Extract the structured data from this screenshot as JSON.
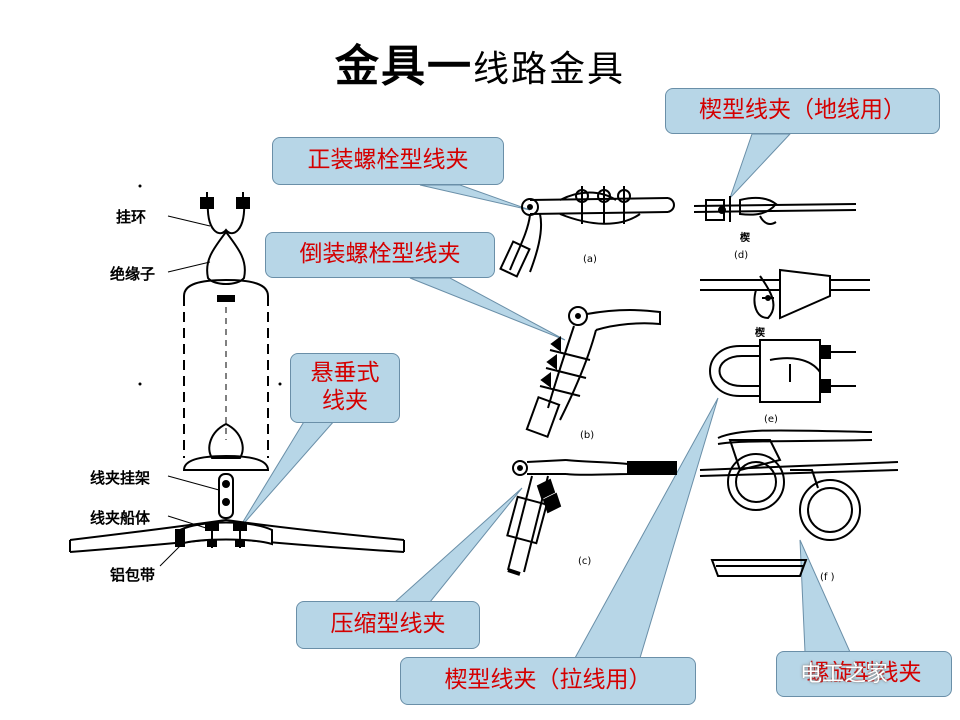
{
  "title": {
    "main": "金具一",
    "sub": "线路金具"
  },
  "callouts": {
    "wedge_ground": "楔型线夹（地线用）",
    "bolt_upright": "正装螺栓型线夹",
    "bolt_inverted": "倒装螺栓型线夹",
    "suspension": "悬垂式\n线夹",
    "compression": "压缩型线夹",
    "wedge_tension": "楔型线夹（拉线用）",
    "spiral": "螺旋型线夹"
  },
  "labels": {
    "hang_ring": "挂环",
    "insulator": "绝缘子",
    "clamp_hanger": "线夹挂架",
    "clamp_body": "线夹船体",
    "al_tape": "铝包带"
  },
  "fig_tags": {
    "a": "(a)",
    "b": "(b)",
    "c": "(c)",
    "d": "(d)",
    "e": "(e)",
    "f": "(f )",
    "wedge1": "楔",
    "wedge2": "楔"
  },
  "watermark": "电工之家",
  "colors": {
    "callout_bg": "#b7d6e7",
    "callout_text": "#d40000"
  }
}
